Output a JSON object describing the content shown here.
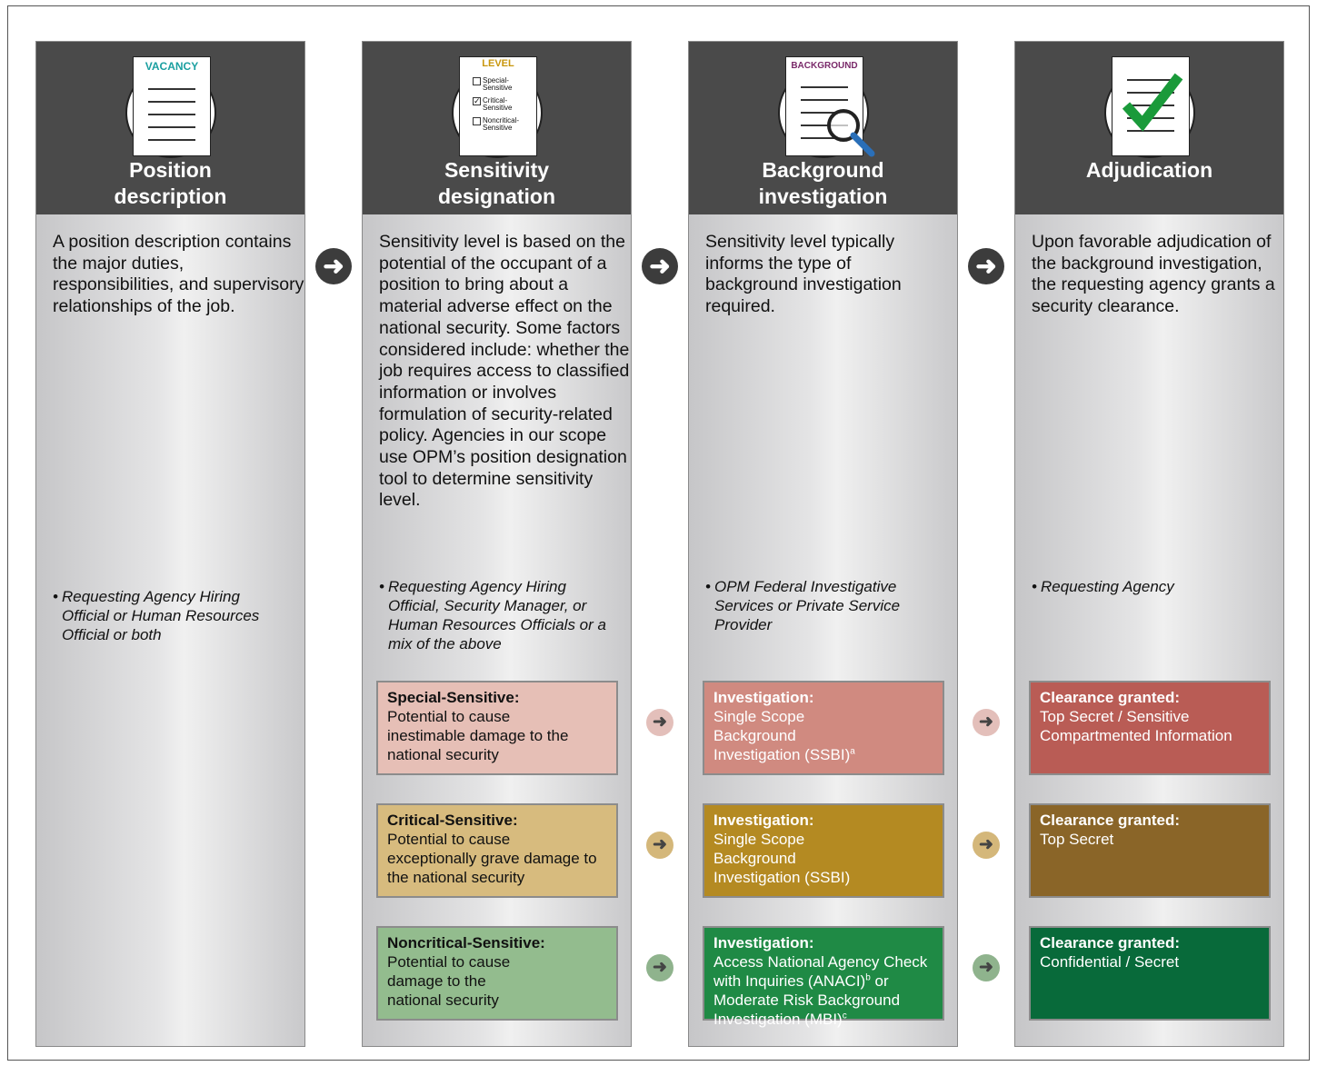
{
  "columns": [
    {
      "icon_label": "VACANCY",
      "title_line1": "Position",
      "title_line2": "description",
      "description": "A position description contains the major duties, responsibilities, and supervisory relationships of the job.",
      "actor": "Requesting Agency Hiring Official or Human Resources Official or both"
    },
    {
      "icon_label": "LEVEL",
      "icon_options": [
        "Special-Sensitive",
        "Critical-Sensitive",
        "Noncritical-Sensitive"
      ],
      "title_line1": "Sensitivity",
      "title_line2": "designation",
      "description": "Sensitivity level is based on the potential of the occupant of a position to bring about a material adverse effect on the national security. Some factors considered include: whether the job requires access to classified information or involves formulation of security-related policy. Agencies in our scope use OPM’s position designation tool to determine sensitivity level.",
      "actor": "Requesting Agency Hiring Official, Security Manager, or Human Resources Officials or a mix of the above",
      "boxes": [
        {
          "title": "Special-Sensitive:",
          "body": "Potential to cause inestimable damage to the national security",
          "color": "#e6bfb6"
        },
        {
          "title": "Critical-Sensitive:",
          "body": "Potential to cause exceptionally grave damage to the national security",
          "color": "#d7bb7e"
        },
        {
          "title": "Noncritical-Sensitive:",
          "body": "Potential to cause damage to the national security",
          "color": "#93bc8e"
        }
      ]
    },
    {
      "icon_label": "BACKGROUND",
      "title_line1": "Background",
      "title_line2": "investigation",
      "description": "Sensitivity level typically informs the type of background investigation required.",
      "actor": "OPM Federal Investigative Services or Private Service Provider",
      "boxes": [
        {
          "title": "Investigation:",
          "body": "Single Scope Background Investigation (SSBI)",
          "sup": "a",
          "color": "#d08a80"
        },
        {
          "title": "Investigation:",
          "body": "Single Scope Background Investigation (SSBI)",
          "color": "#b48a22"
        },
        {
          "title": "Investigation:",
          "body_part1": "Access National Agency Check with Inquiries (ANACI)",
          "sup1": "b",
          "body_part2": " or Moderate Risk Background Investigation (MBI)",
          "sup2": "c",
          "color": "#1f8a45"
        }
      ]
    },
    {
      "icon_label": "",
      "title_line1": "Adjudication",
      "title_line2": "",
      "description": "Upon favorable adjudication of the background investigation, the requesting agency grants a security clearance.",
      "actor": "Requesting Agency",
      "boxes": [
        {
          "title": "Clearance granted:",
          "body": "Top Secret / Sensitive Compartmented Information",
          "color": "#b95c55"
        },
        {
          "title": "Clearance granted:",
          "body": "Top Secret",
          "color": "#8a6528"
        },
        {
          "title": "Clearance granted:",
          "body": "Confidential / Secret",
          "color": "#086a3a"
        }
      ]
    }
  ],
  "arrow_colors": {
    "special": "#e3bfba",
    "critical": "#d4b77a",
    "noncritical": "#8fb38d",
    "dark": "#3c3c3c"
  },
  "checkmark_color": "#1a9a3a",
  "vacancy_color": "#1a9fa0",
  "level_color": "#c8960c",
  "background_color": "#7a2a6a"
}
